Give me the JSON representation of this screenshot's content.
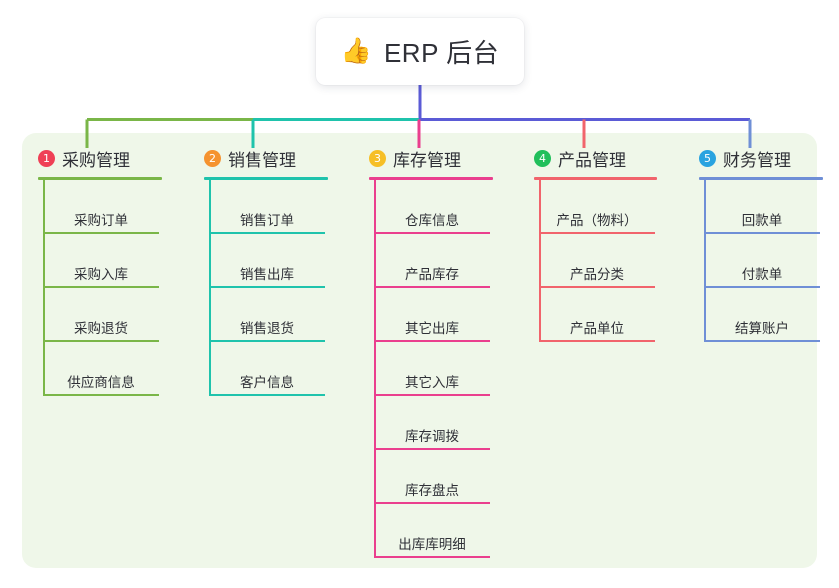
{
  "root": {
    "title": "ERP 后台",
    "icon": "thumbs-up-icon",
    "emoji": "👍"
  },
  "palette": {
    "panel_bg": "#eff7e9",
    "page_bg": "#ffffff",
    "text": "#2f3037",
    "root_stem": "#5b5bd6"
  },
  "columns": [
    {
      "number": "1",
      "title": "采购管理",
      "badge_color": "#ef4056",
      "line_color": "#7ab648",
      "leaves": [
        {
          "label": "采购订单"
        },
        {
          "label": "采购入库"
        },
        {
          "label": "采购退货"
        },
        {
          "label": "供应商信息"
        }
      ]
    },
    {
      "number": "2",
      "title": "销售管理",
      "badge_color": "#f5932f",
      "line_color": "#1fc3ac",
      "leaves": [
        {
          "label": "销售订单"
        },
        {
          "label": "销售出库"
        },
        {
          "label": "销售退货"
        },
        {
          "label": "客户信息"
        }
      ]
    },
    {
      "number": "3",
      "title": "库存管理",
      "badge_color": "#f6bf26",
      "line_color": "#ea3f8e",
      "leaves": [
        {
          "label": "仓库信息"
        },
        {
          "label": "产品库存"
        },
        {
          "label": "其它出库"
        },
        {
          "label": "其它入库"
        },
        {
          "label": "库存调拨"
        },
        {
          "label": "库存盘点"
        },
        {
          "label": "出库库明细"
        }
      ]
    },
    {
      "number": "4",
      "title": "产品管理",
      "badge_color": "#21bf5b",
      "line_color": "#f1646c",
      "leaves": [
        {
          "label": "产品（物料）"
        },
        {
          "label": "产品分类"
        },
        {
          "label": "产品单位"
        }
      ]
    },
    {
      "number": "5",
      "title": "财务管理",
      "badge_color": "#29a3e0",
      "line_color": "#6f8fd6",
      "leaves": [
        {
          "label": "回款单"
        },
        {
          "label": "付款单"
        },
        {
          "label": "结算账户"
        }
      ]
    }
  ]
}
